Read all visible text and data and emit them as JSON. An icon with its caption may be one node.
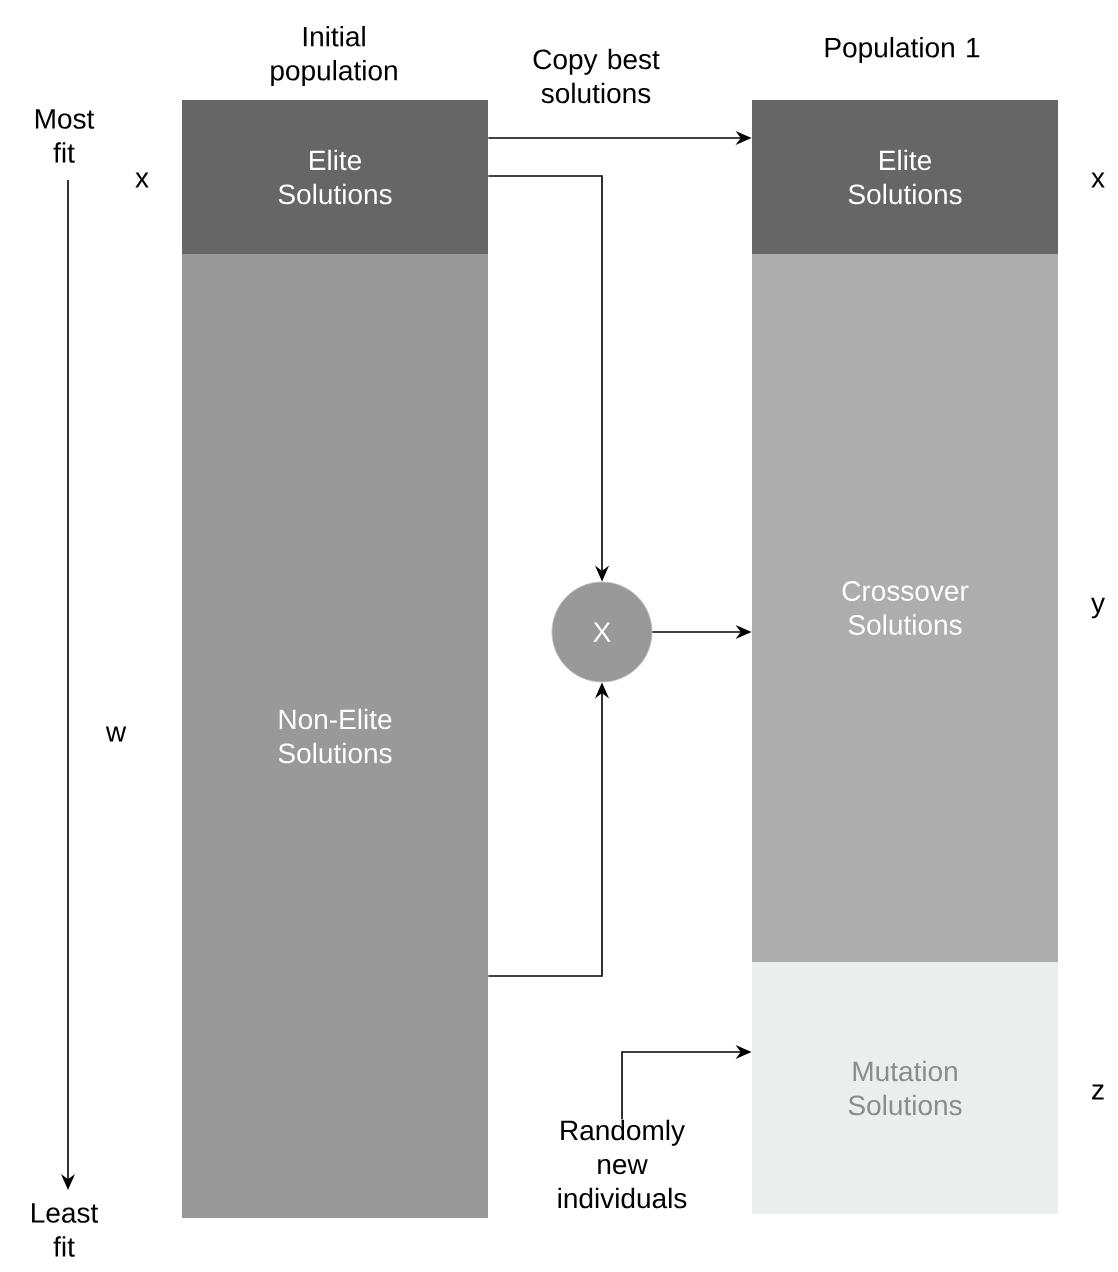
{
  "diagram": {
    "nodes": [
      {
        "text": [
          "Elite Solutions"
        ]
      },
      {
        "text": [
          "Non-Elite Solutions"
        ]
      },
      {
        "text": [
          "Elite Solutions"
        ]
      },
      {
        "text": [
          "X"
        ]
      },
      {
        "text": [
          "Crossover Solutions"
        ]
      },
      {
        "text": [
          "Randomly new individuals"
        ]
      },
      {
        "text": [
          "Mutation Solutions"
        ]
      }
    ],
    "edges": [
      {
        "from": 0,
        "to": 2,
        "arrow": "to",
        "label": "Copy best solutions"
      },
      {
        "from": 0,
        "to": 3,
        "arrow": "to"
      },
      {
        "from": 1,
        "to": 3,
        "arrow": "to"
      },
      {
        "from": 3,
        "to": 4,
        "arrow": "to"
      },
      {
        "from": 5,
        "to": 6,
        "arrow": "to"
      }
    ],
    "labels": [
      "Initial population",
      "Population 1",
      "Most fit",
      "x",
      "x",
      "y",
      "w",
      "z",
      "Least fit"
    ]
  }
}
